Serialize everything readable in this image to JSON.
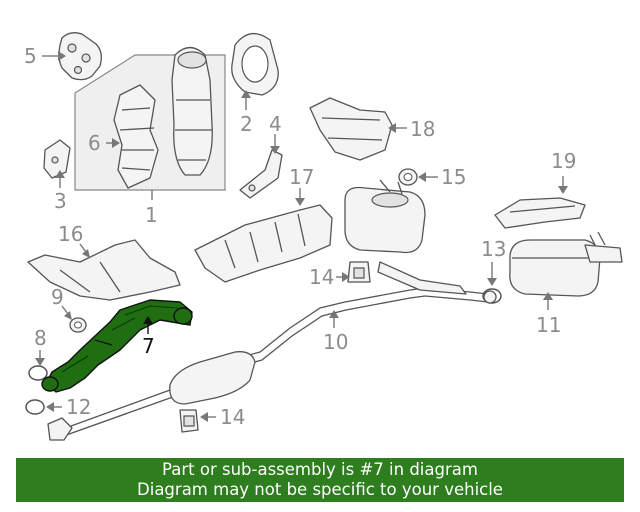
{
  "diagram": {
    "highlight_color": "#1f6f12",
    "labels": {
      "p1": "1",
      "p2": "2",
      "p3": "3",
      "p4": "4",
      "p5": "5",
      "p6": "6",
      "p7": "7",
      "p8": "8",
      "p9": "9",
      "p10": "10",
      "p11": "11",
      "p12": "12",
      "p13": "13",
      "p14a": "14",
      "p14b": "14",
      "p15": "15",
      "p16": "16",
      "p17": "17",
      "p18": "18",
      "p19": "19"
    }
  },
  "banner": {
    "line1": "Part or sub-assembly is #7 in diagram",
    "line2": "Diagram may not be specific to your vehicle",
    "bg_color": "#2e7d1e"
  }
}
